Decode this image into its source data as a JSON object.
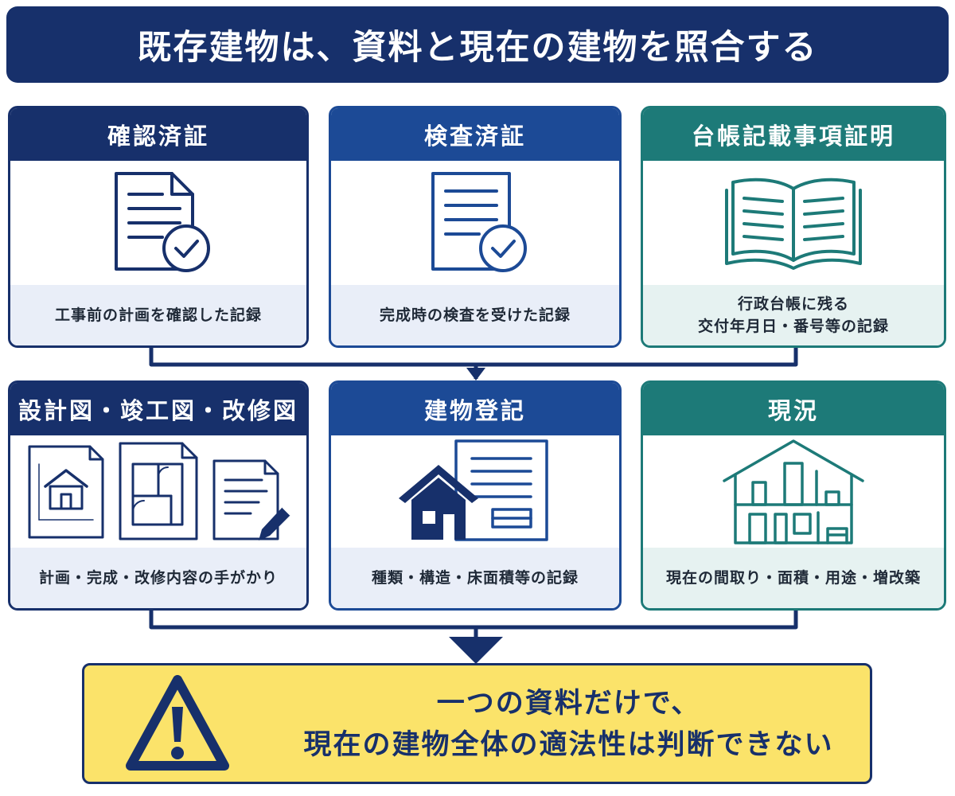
{
  "title": "既存建物は、資料と現在の建物を照合する",
  "cards": [
    {
      "title": "確認済証",
      "description": "工事前の計画を確認した記録",
      "icon": "document-check-icon"
    },
    {
      "title": "検査済証",
      "description": "完成時の検査を受けた記録",
      "icon": "document-check-icon"
    },
    {
      "title": "台帳記載事項証明",
      "description": "行政台帳に残る\n交付年月日・番号等の記録",
      "icon": "open-book-icon"
    },
    {
      "title": "設計図・竣工図・改修図",
      "description": "計画・完成・改修内容の手がかり",
      "icon": "blueprint-drawings-icon"
    },
    {
      "title": "建物登記",
      "description": "種類・構造・床面積等の記録",
      "icon": "house-registry-icon"
    },
    {
      "title": "現況",
      "description": "現在の間取り・面積・用途・増改築",
      "icon": "house-interior-icon"
    }
  ],
  "warning": {
    "line1": "一つの資料だけで、",
    "line2": "現在の建物全体の適法性は判断できない",
    "icon": "warning-triangle-icon"
  },
  "colors": {
    "navy": "#17306b",
    "blue": "#1c4a96",
    "teal": "#1d7a78",
    "warning_bg": "#fbe36a"
  }
}
